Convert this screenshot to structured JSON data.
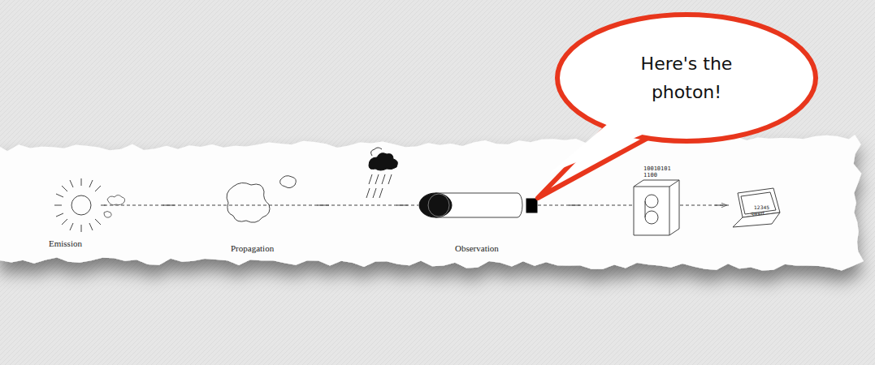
{
  "diagram": {
    "nodes": [
      {
        "text": [
          "Here's the photon!"
        ]
      }
    ],
    "labels": [
      "Emission",
      "Propagation",
      "Observation",
      "10010101",
      "1100",
      "12345",
      "qwert"
    ]
  }
}
